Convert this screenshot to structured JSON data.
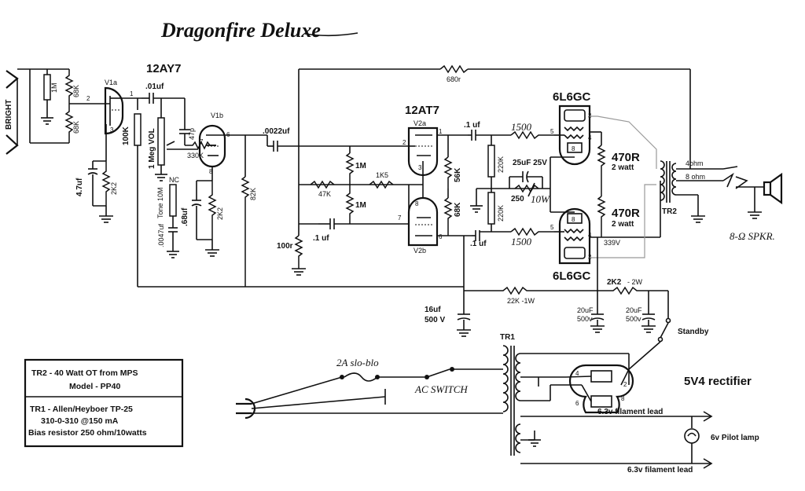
{
  "title": "Dragonfire Deluxe",
  "tubes": {
    "v1_type": "12AY7",
    "v1a": "V1a",
    "v1b": "V1b",
    "v2_type": "12AT7",
    "v2a": "V2a",
    "v2b": "V2b",
    "power_top": "6L6GC",
    "power_bottom": "6L6GC",
    "rectifier": "5V4 rectifier"
  },
  "input": {
    "bright": "BRIGHT",
    "r_1m": "1M",
    "r_68k_a": "68K",
    "r_68k_b": "68K"
  },
  "components": {
    "c_01uf": ".01uf",
    "c_47p": "47p",
    "r_100k": "100K",
    "vol": "1 Meg VOL",
    "nc": "NC",
    "tone": "Tone 10M",
    "c_0047": ".0047uf",
    "r_330k": "330K",
    "c_68uf": ".68uf",
    "r_2k2_b": "2K2",
    "r_82k": "82K",
    "c_4_7": "4.7uf",
    "r_2k2_a": "2K2",
    "c_0022": ".0022uf",
    "r_680r": "680r",
    "r_1m_a": "1M",
    "r_1k5": "1K5",
    "r_47k": "47K",
    "r_1m_b": "1M",
    "r_100r": "100r",
    "c_1uf_a": ".1 uf",
    "r_56k": "56K",
    "r_68k_c": "68K",
    "c_1uf_b": ".1 uf",
    "r_1500_a": "1500",
    "r_220k_a": "220K",
    "c_25uf": "25uF 25V",
    "r_250": "250",
    "r_250w": "10W",
    "r_220k_b": "220K",
    "c_1uf_c": ".1 uf",
    "r_1500_b": "1500",
    "r_470_a": "470R",
    "r_470_a_w": "2 watt",
    "r_470_b": "470R",
    "r_470_b_w": "2 watt",
    "v339": "339V",
    "r_22k": "22K -1W",
    "c_16": "16uf",
    "c_16v": "500 V",
    "r_2k2_c": "2K2",
    "r_2k2_c_w": "- 2W",
    "c_20a": "20uF",
    "c_20a_v": "500v",
    "c_20b": "20uF",
    "c_20b_v": "500v",
    "standby": "Standby",
    "tr2": "TR2",
    "ohm4": "4ohm",
    "ohm8": "8 ohm",
    "spkr": "8-Ω SPKR."
  },
  "power": {
    "fuse": "2A slo-blo",
    "switch": "AC SWITCH",
    "tr1": "TR1",
    "fil1": "6.3v filament lead",
    "fil2": "6.3v filament lead",
    "pilot": "6v Pilot lamp"
  },
  "pins": [
    "2",
    "3",
    "1",
    "7",
    "6",
    "8",
    "2",
    "3",
    "1",
    "7",
    "8",
    "6",
    "3",
    "5",
    "4",
    "8",
    "8",
    "5",
    "4",
    "3",
    "4",
    "2",
    "6",
    "8"
  ],
  "notes": {
    "tr2_line1": "TR2 -   40 Watt OT from MPS",
    "tr2_line2": "Model - PP40",
    "tr1_line1": "TR1 - Allen/Heyboer TP-25",
    "tr1_line2": "310-0-310 @150 mA",
    "tr1_line3": "Bias resistor 250 ohm/10watts"
  }
}
